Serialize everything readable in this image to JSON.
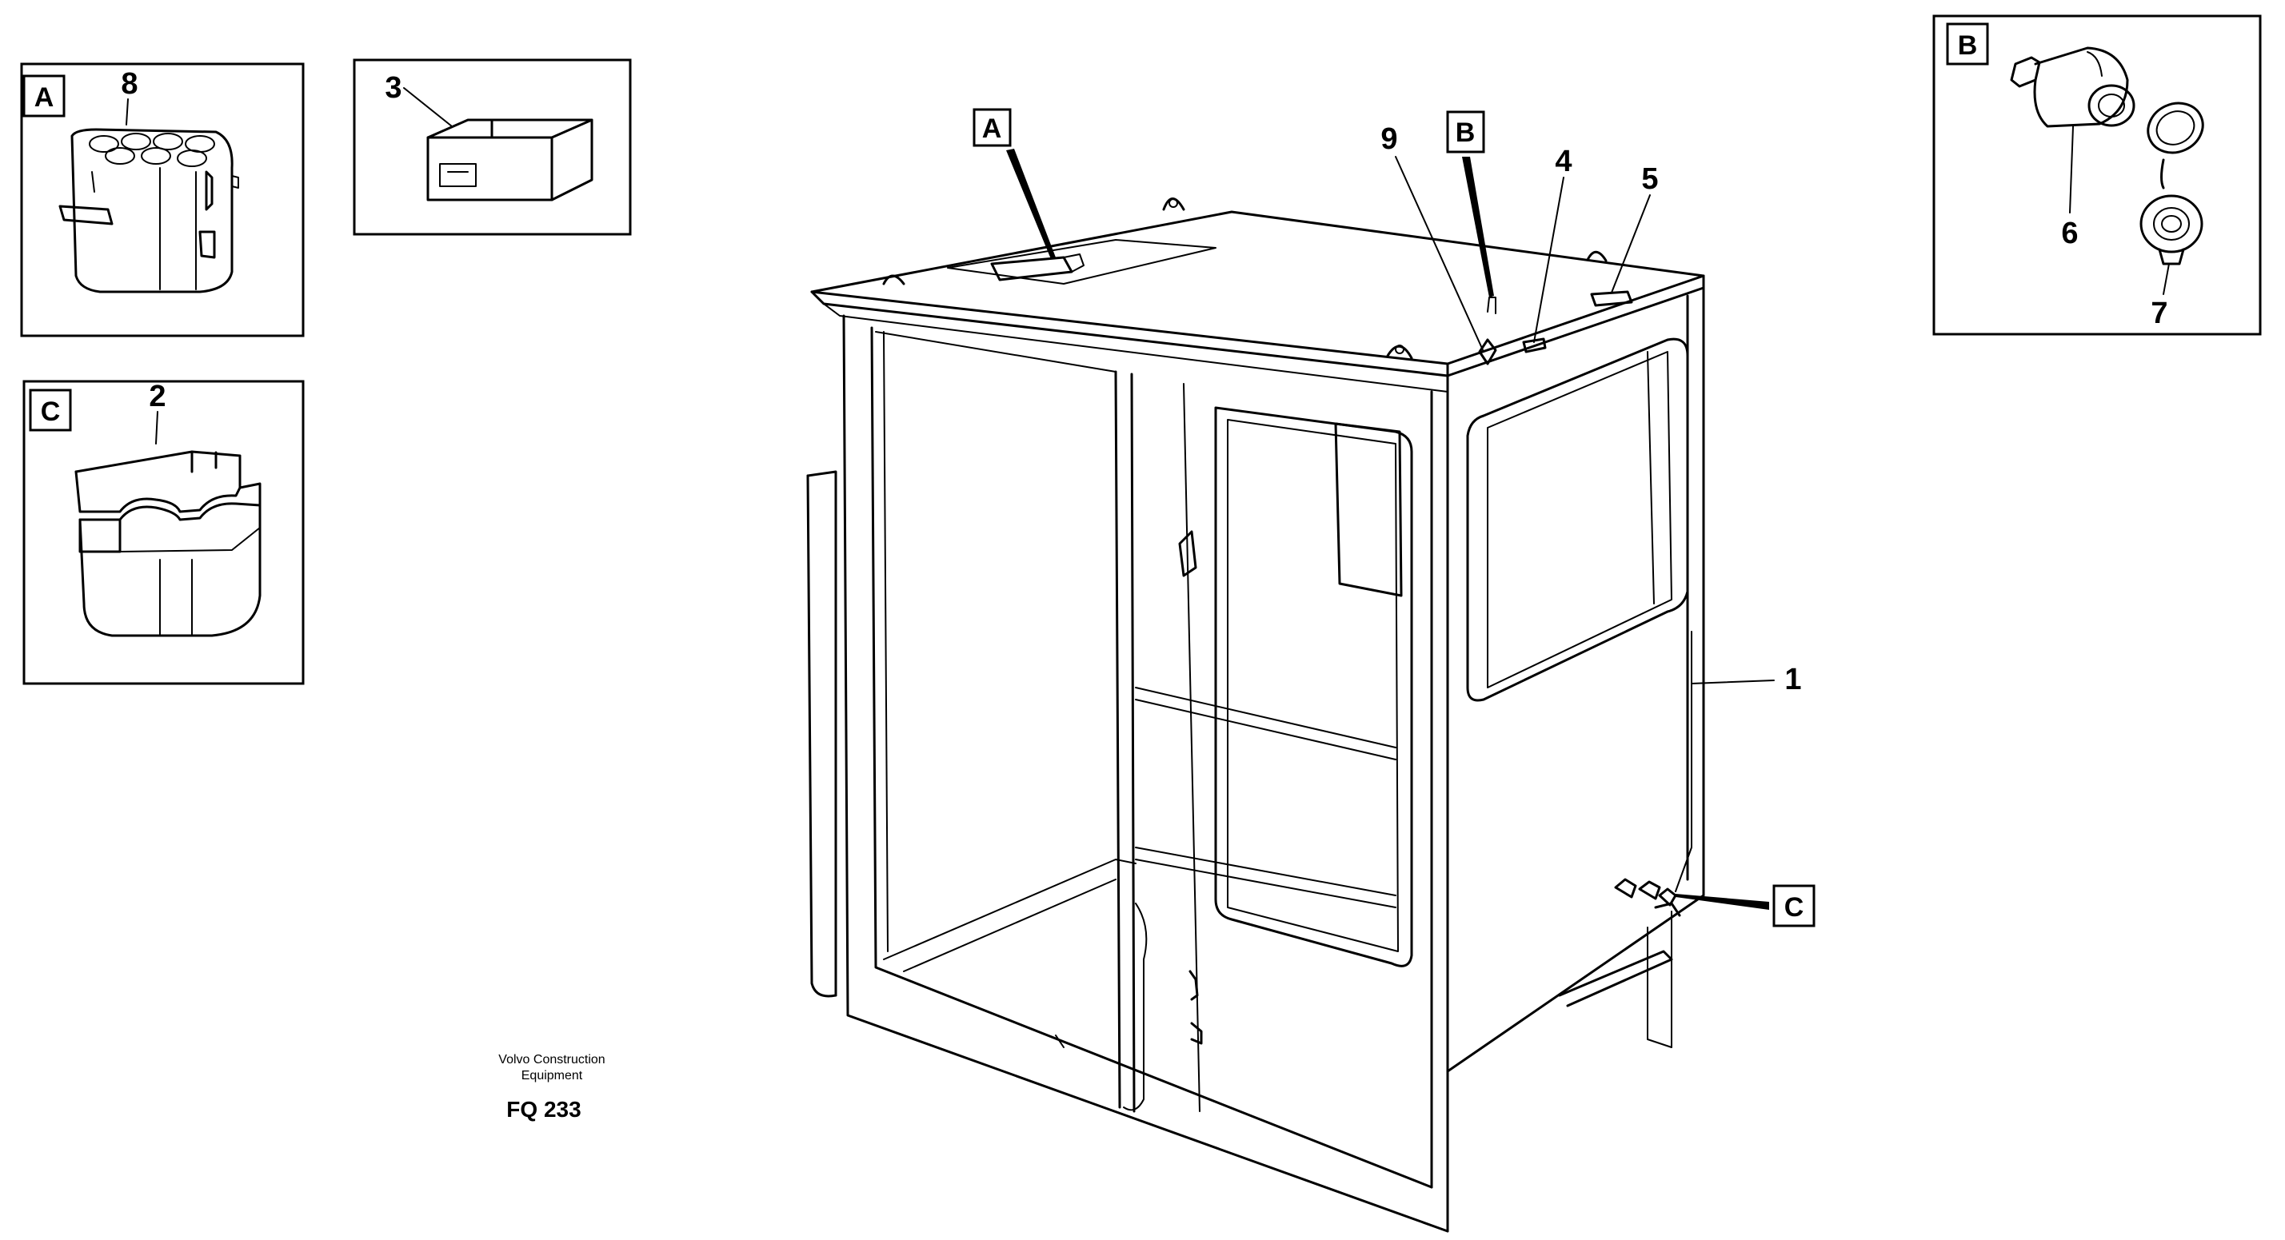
{
  "diagram": {
    "callouts": {
      "c1": "1",
      "c2": "2",
      "c3": "3",
      "c4": "4",
      "c5": "5",
      "c6": "6",
      "c7": "7",
      "c8": "8",
      "c9": "9"
    },
    "view_labels": {
      "a": "A",
      "b": "B",
      "c": "C"
    },
    "credit": {
      "line1": "Volvo Construction",
      "line2": "Equipment"
    },
    "figure_code": "FQ 233"
  }
}
